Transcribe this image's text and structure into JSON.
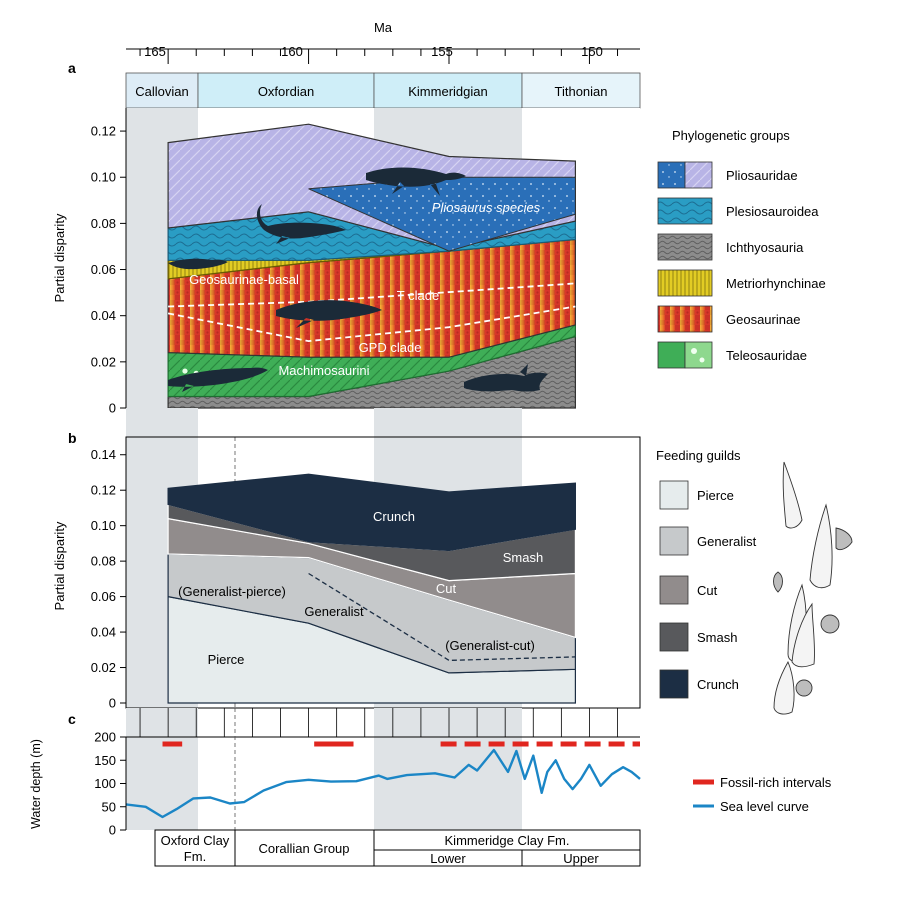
{
  "header": {
    "axis_label": "Ma",
    "ticks": [
      "165",
      "160",
      "155",
      "150"
    ]
  },
  "stages": [
    "Callovian",
    "Oxfordian",
    "Kimmeridgian",
    "Tithonian"
  ],
  "panels": {
    "a": "a",
    "b": "b",
    "c": "c"
  },
  "colors": {
    "callovian_band": "#ddecf6",
    "stage_band": "#cfeef8",
    "shade": "#dfe3e6",
    "plio_blue": "#2a6fb8",
    "plio_lilac": "#b8b4e6",
    "plesio": "#2a9dc4",
    "ichthyo": "#8c8c8c",
    "metrio": "#e2cc24",
    "geo_orange": "#f2a033",
    "geo_red": "#d8352a",
    "teleo": "#3fae57",
    "machimo": "#2b9f4a",
    "pierce": "#e6eced",
    "generalist": "#c6c9cb",
    "cut": "#918c8c",
    "smash": "#58595c",
    "crunch": "#1c2e44",
    "fossil": "#e0261f",
    "sea": "#1b86c6"
  },
  "chart_data": [
    {
      "type": "area",
      "title": "",
      "ylabel": "Partial disparity",
      "xlim": [
        166.5,
        148.2
      ],
      "ylim": [
        0,
        0.13
      ],
      "yticks": [
        "0",
        "0.02",
        "0.04",
        "0.06",
        "0.08",
        "0.10",
        "0.12"
      ],
      "x": [
        165,
        160,
        155,
        150.5
      ],
      "series": [
        {
          "name": "Ichthyosauria",
          "values": [
            0.005,
            0.005,
            0.016,
            0.031
          ]
        },
        {
          "name": "Teleosauridae",
          "values": [
            0.019,
            0.017,
            0.006,
            0.005
          ]
        },
        {
          "name": "Geosaurinae",
          "values": [
            0.032,
            0.041,
            0.046,
            0.037
          ]
        },
        {
          "name": "Metriorhynchinae",
          "values": [
            0.008,
            0.001,
            0.0,
            0.0
          ]
        },
        {
          "name": "Plesiosauroidea",
          "values": [
            0.014,
            0.021,
            0.001,
            0.008
          ]
        },
        {
          "name": "Pliosauridae",
          "values": [
            0.037,
            0.038,
            0.04,
            0.026
          ]
        }
      ],
      "annotations": [
        "Pliosaurus species",
        "Geosaurinae-basal",
        "T clade",
        "GPD clade",
        "Machimosaurini"
      ],
      "legend": {
        "title": "Phylogenetic groups",
        "placement": "right",
        "entries": [
          "Pliosauridae",
          "Plesiosauroidea",
          "Ichthyosauria",
          "Metriorhynchinae",
          "Geosaurinae",
          "Teleosauridae"
        ]
      }
    },
    {
      "type": "area",
      "title": "",
      "ylabel": "Partial disparity",
      "xlim": [
        166.5,
        148.2
      ],
      "ylim": [
        0,
        0.15
      ],
      "yticks": [
        "0",
        "0.02",
        "0.04",
        "0.06",
        "0.08",
        "0.10",
        "0.12",
        "0.14"
      ],
      "x": [
        165,
        160,
        155,
        150.5
      ],
      "series": [
        {
          "name": "Pierce",
          "values": [
            0.06,
            0.045,
            0.017,
            0.019
          ]
        },
        {
          "name": "Generalist",
          "values": [
            0.024,
            0.037,
            0.041,
            0.018
          ]
        },
        {
          "name": "Cut",
          "values": [
            0.02,
            0.008,
            0.011,
            0.036
          ]
        },
        {
          "name": "Smash",
          "values": [
            0.008,
            0.001,
            0.017,
            0.025
          ]
        },
        {
          "name": "Crunch",
          "values": [
            0.009,
            0.038,
            0.033,
            0.026
          ]
        }
      ],
      "annotations": [
        "(Generalist-pierce)",
        "(Generalist-cut)"
      ],
      "legend": {
        "title": "Feeding guilds",
        "placement": "right",
        "entries": [
          "Pierce",
          "Generalist",
          "Cut",
          "Smash",
          "Crunch"
        ]
      }
    },
    {
      "type": "line",
      "title": "",
      "ylabel": "Water depth (m)",
      "xlim": [
        166.5,
        148.2
      ],
      "ylim": [
        0,
        200
      ],
      "yticks": [
        "0",
        "50",
        "100",
        "150",
        "200"
      ],
      "series": [
        {
          "name": "Sea level curve",
          "x": [
            166.5,
            165.8,
            165.2,
            164.7,
            164.1,
            163.5,
            162.8,
            162.3,
            161.6,
            160.8,
            160.0,
            159.2,
            158.3,
            157.5,
            157.2,
            156.5,
            155.5,
            154.8,
            154.3,
            154.0,
            153.4,
            152.9,
            152.6,
            152.3,
            152.0,
            151.7,
            151.5,
            151.2,
            150.9,
            150.6,
            150.3,
            150.0,
            149.6,
            149.2,
            148.8,
            148.5,
            148.2
          ],
          "y": [
            55,
            50,
            28,
            45,
            68,
            70,
            57,
            60,
            85,
            103,
            108,
            104,
            105,
            117,
            110,
            118,
            122,
            113,
            140,
            128,
            172,
            125,
            170,
            110,
            160,
            80,
            125,
            150,
            110,
            88,
            110,
            140,
            95,
            120,
            135,
            125,
            110
          ]
        }
      ],
      "fossil_rich_intervals": [
        [
          165.2,
          164.5
        ],
        [
          159.8,
          158.4
        ],
        [
          155.3,
          148.2
        ]
      ],
      "legend": {
        "placement": "right",
        "entries": [
          "Fossil-rich intervals",
          "Sea level curve"
        ]
      }
    }
  ],
  "formations": {
    "oxford_line1": "Oxford Clay",
    "oxford_line2": "Fm.",
    "corallian": "Corallian Group",
    "kimmeridge": "Kimmeridge Clay Fm.",
    "lower": "Lower",
    "upper": "Upper"
  }
}
